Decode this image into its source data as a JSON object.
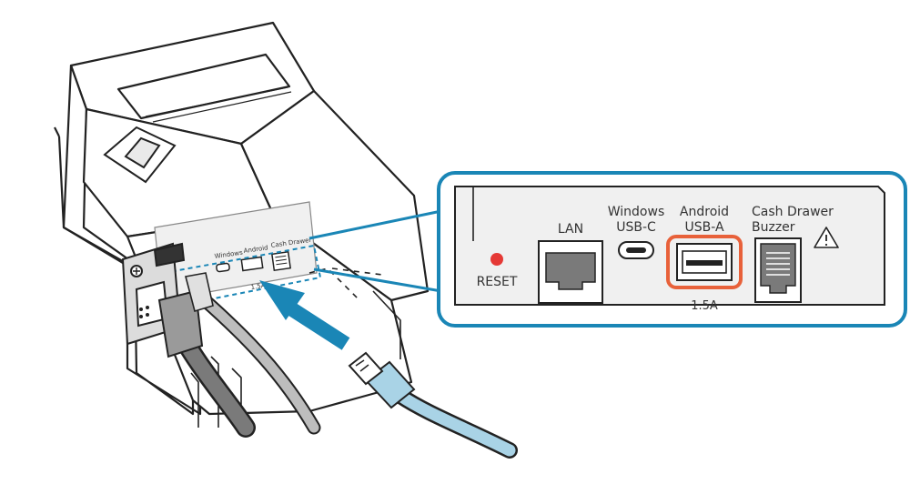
{
  "colors": {
    "callout": "#1a86b6",
    "arrow": "#1a86b6",
    "highlight": "#e8613a",
    "cable_usb": "#a9d3e6",
    "cable_gray": "#9a9a9a",
    "panel": "#f0f0f0",
    "reset_led": "#e53935"
  },
  "device": {
    "rear_labels": {
      "windows": "Windows",
      "android": "Android",
      "cash_drawer": "Cash Drawer",
      "rating": "1.5A"
    }
  },
  "callout": {
    "reset": "RESET",
    "lan": "LAN",
    "windows": "Windows",
    "usb_c": "USB-C",
    "android": "Android",
    "usb_a": "USB-A",
    "rating": "1.5A",
    "cash_drawer": "Cash Drawer",
    "buzzer": "Buzzer",
    "warning_icon": "warning-triangle"
  }
}
